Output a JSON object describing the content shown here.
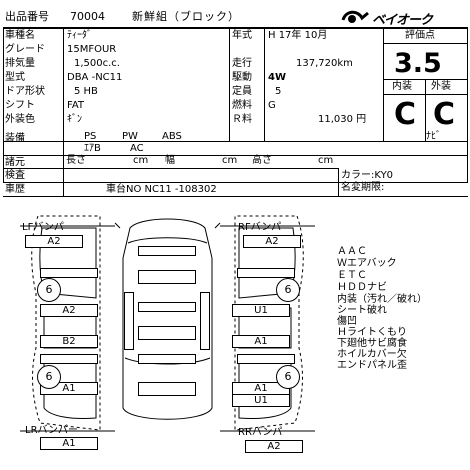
{
  "header": {
    "lot_label": "出品番号",
    "lot_number": "70004",
    "title": "新鮮組（ブロック）",
    "logo_text": "ベイオーク"
  },
  "fields": {
    "name_label": "車種名",
    "name": "ﾃｨｰﾀﾞ",
    "grade_label": "グレード",
    "grade": "15MFOUR",
    "displacement_label": "排気量",
    "displacement": "1,500c.c.",
    "model_label": "型式",
    "model": "DBA -NC11",
    "doors_label": "ドア形状",
    "doors": "5 HB",
    "shift_label": "シフト",
    "shift": "FAT",
    "color_label": "外装色",
    "color": "ｷﾞﾝ",
    "year_label": "年式",
    "year": "H 17年 10月",
    "mileage_label": "走行",
    "mileage": "137,720km",
    "drive_label": "駆動",
    "drive": "4W",
    "capacity_label": "定員",
    "capacity": "5",
    "fuel_label": "燃料",
    "fuel": "G",
    "price_label": "Ｒ料",
    "price": "11,030 円"
  },
  "rating": {
    "label": "評価点",
    "score": "3.5",
    "interior_label": "内装",
    "exterior_label": "外装",
    "interior_grade": "C",
    "exterior_grade": "C"
  },
  "equipment": {
    "label": "装備",
    "row1": [
      "PS",
      "PW",
      "ABS",
      "ﾅﾋﾞ"
    ],
    "row2": [
      "ｴｱB",
      "AC"
    ]
  },
  "specs": {
    "label": "諸元",
    "length": "長さ",
    "width": "幅",
    "height": "高さ",
    "unit": "cm"
  },
  "inspection": {
    "label": "検査",
    "color_code": "カラー:KY0"
  },
  "history": {
    "label": "車歴",
    "chassis": "車台NO  NC11 -108302",
    "name_deadline": "名変期限:"
  },
  "diagram": {
    "lf": "LFバンパー",
    "rf": "RFバンパー",
    "lr": "LRバンパー",
    "rr": "RRバンパー",
    "lf_val": "A2",
    "rf_val": "A2",
    "lr_val": "A1",
    "rr_val": "A2",
    "left_mid1": "A2",
    "left_mid2": "B2",
    "left_rear": "A1",
    "right_mid1": "U1",
    "right_mid2": "A1",
    "right_rear1": "A1",
    "right_rear2": "U1",
    "circle": "6"
  },
  "notes": [
    "ＡＡＣ",
    "Ｗエアバック",
    "ＥＴＣ",
    "ＨＤＤナビ",
    "内装（汚れ／破れ）",
    "シート破れ",
    "傷凹",
    "Ｈライトくもり",
    "下廻他サビ腐食",
    "ホイルカバー欠",
    "エンドパネル歪"
  ]
}
